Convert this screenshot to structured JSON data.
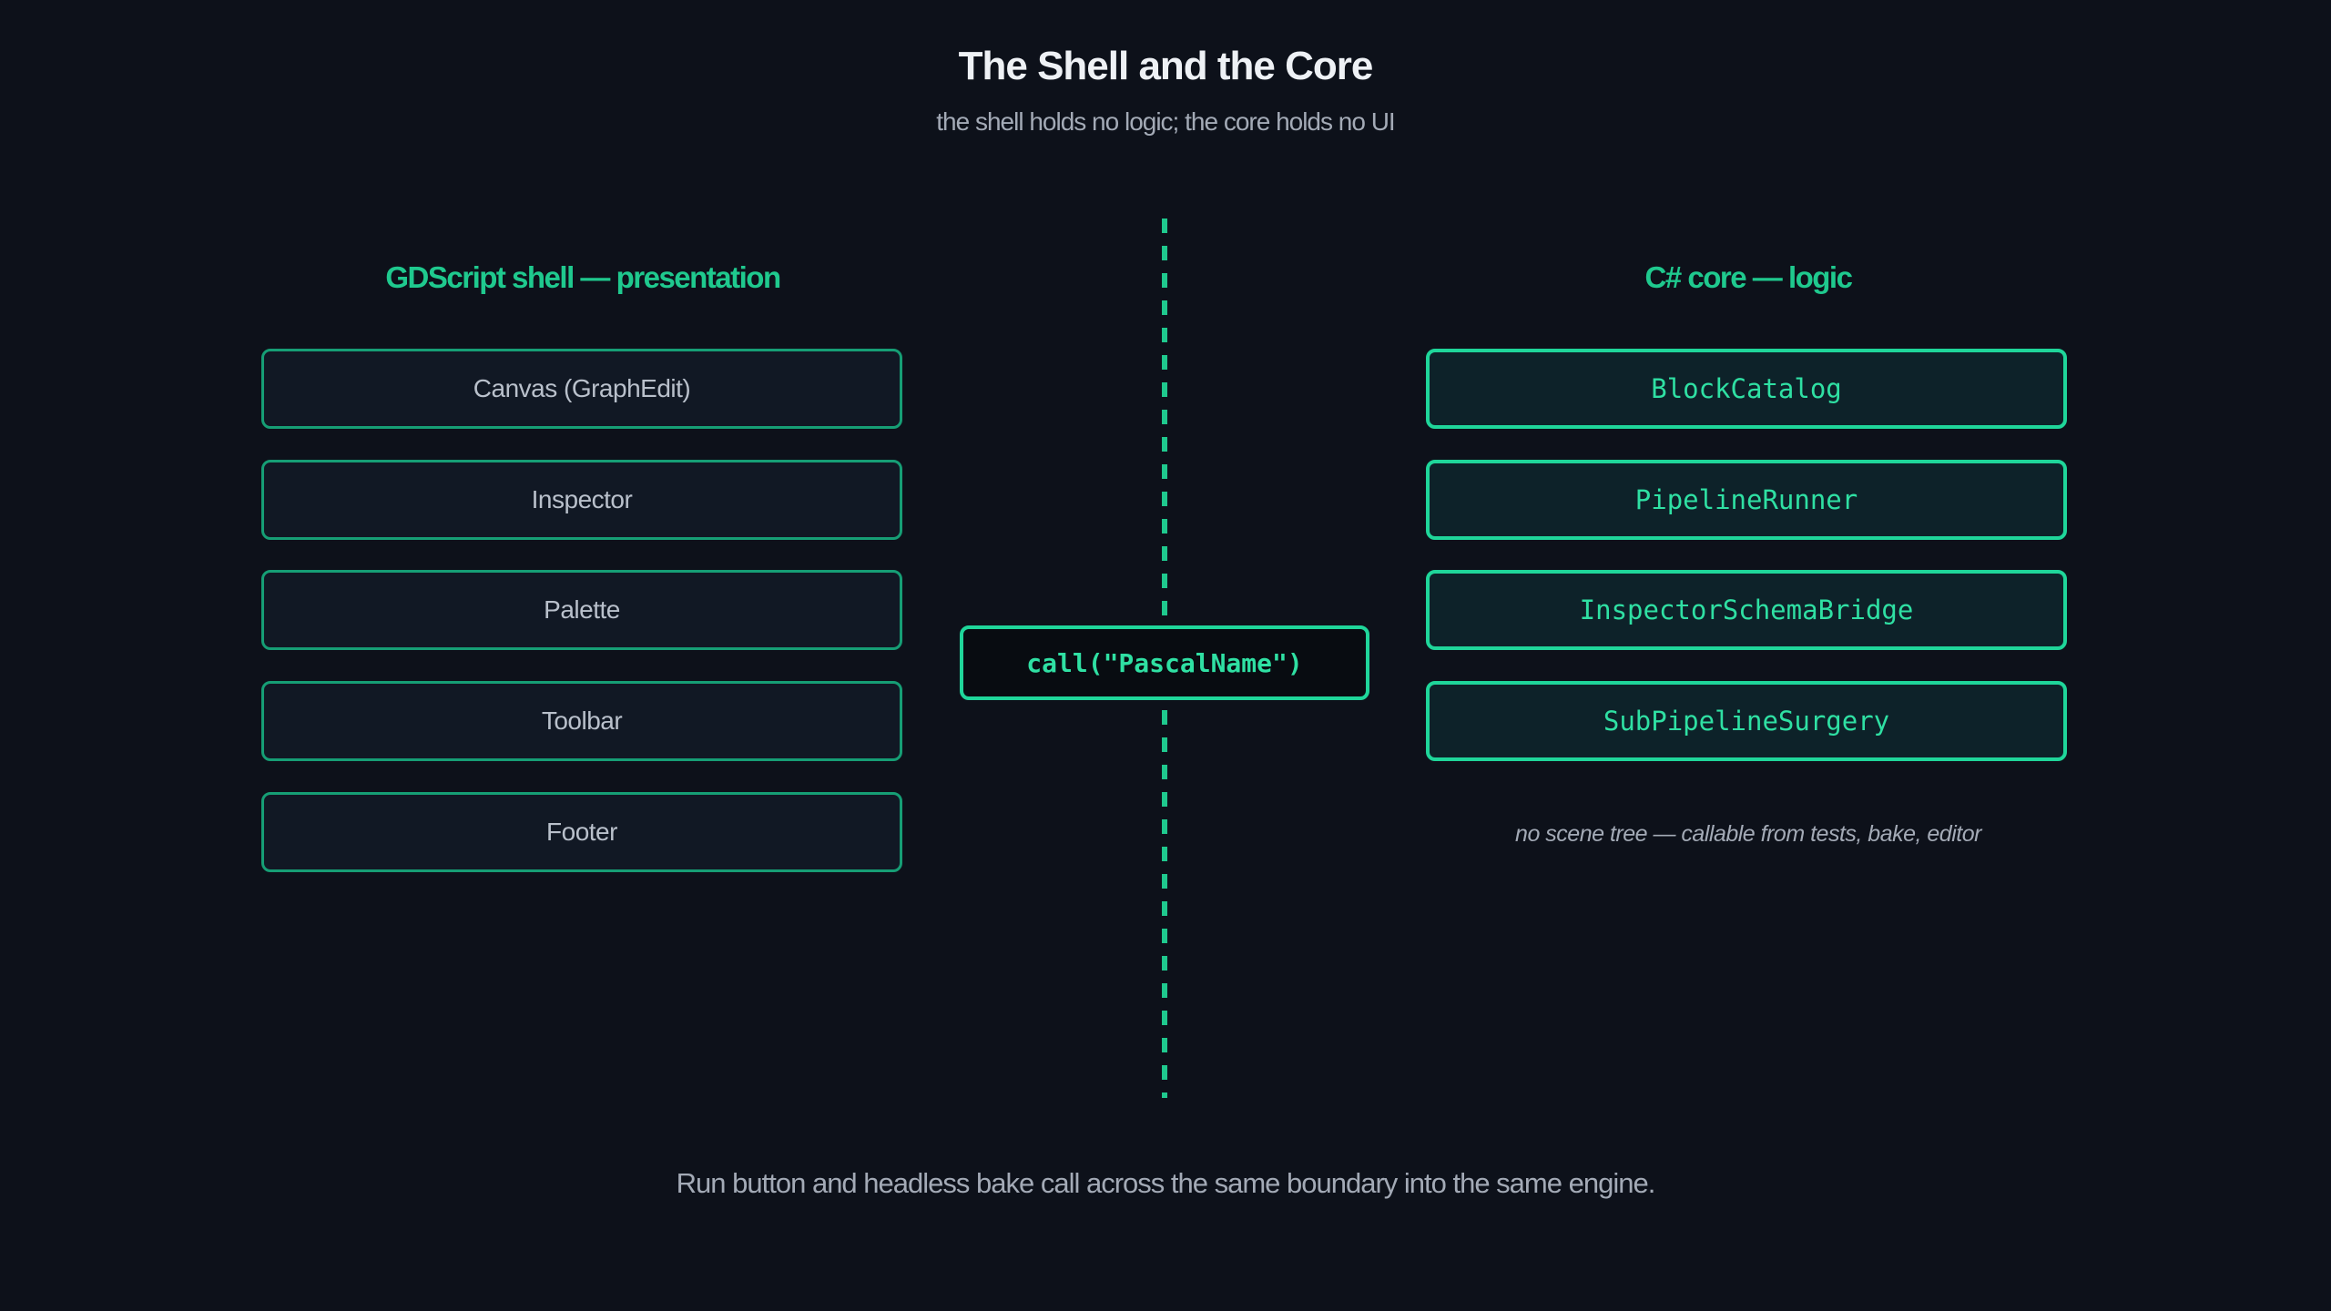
{
  "title": "The Shell and the Core",
  "subtitle": "the shell holds no logic; the core holds no UI",
  "shell": {
    "heading": "GDScript shell — presentation",
    "items": [
      "Canvas (GraphEdit)",
      "Inspector",
      "Palette",
      "Toolbar",
      "Footer"
    ]
  },
  "core": {
    "heading": "C# core — logic",
    "items": [
      "BlockCatalog",
      "PipelineRunner",
      "InspectorSchemaBridge",
      "SubPipelineSurgery"
    ],
    "note": "no scene tree — callable from tests, bake, editor"
  },
  "bridge": {
    "label": "call(\"PascalName\")"
  },
  "footer": "Run button and headless bake call across the same boundary into the same engine.",
  "colors": {
    "background": "#0d111a",
    "accent": "#1fc98e",
    "text": "#eef1f5",
    "muted": "#a3aab6"
  }
}
